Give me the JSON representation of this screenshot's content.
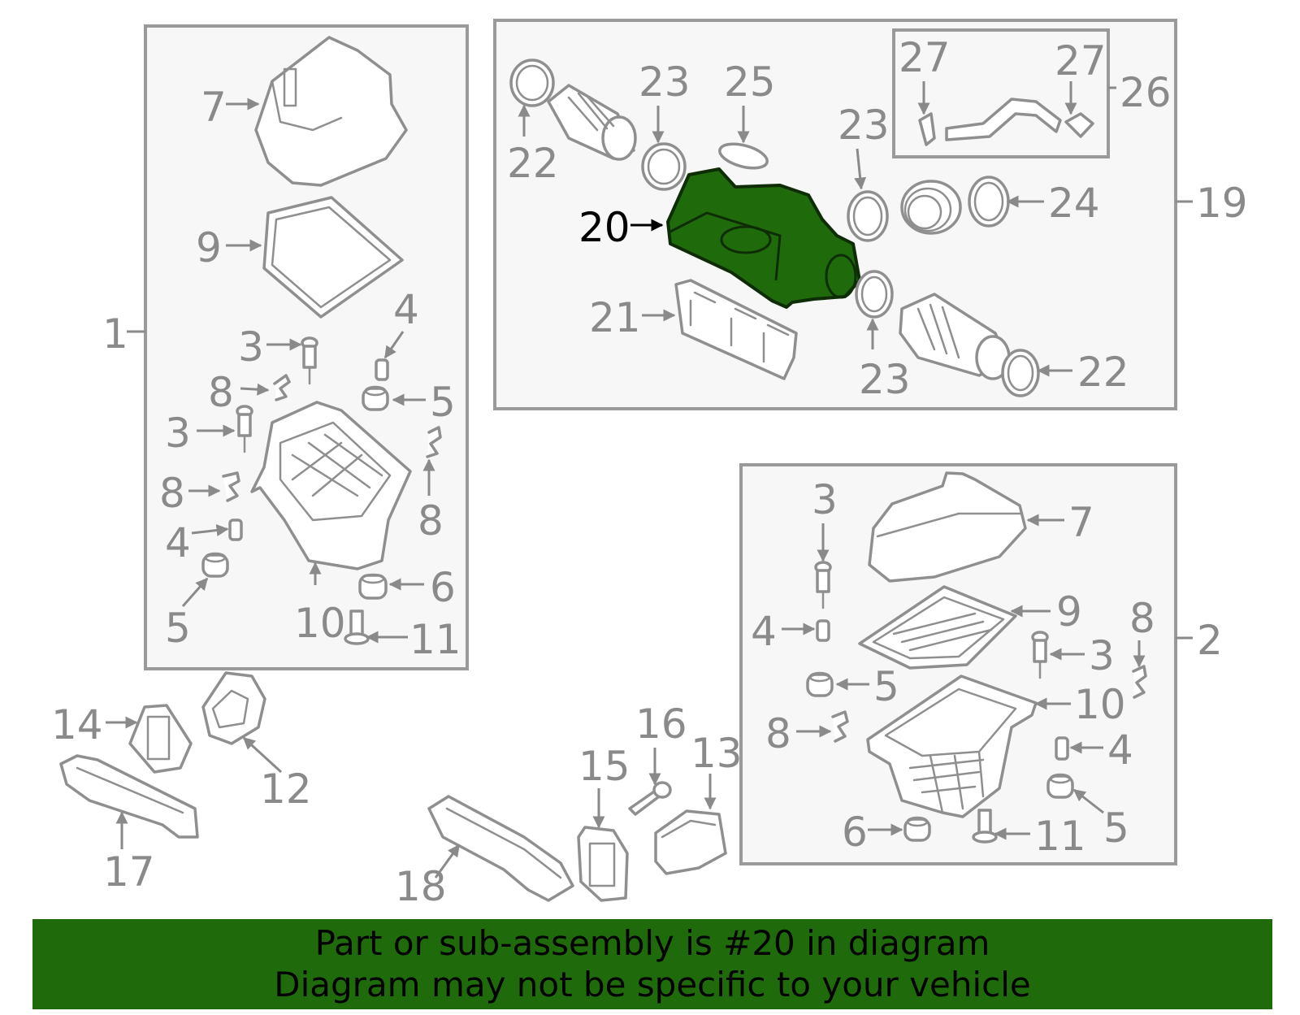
{
  "highlight": {
    "color": "#1f6b0b",
    "part_number": "20"
  },
  "callouts": {
    "c1": "1",
    "c2": "2",
    "c3a": "3",
    "c3b": "3",
    "c3c": "3",
    "c3d": "3",
    "c4a": "4",
    "c4b": "4",
    "c4c": "4",
    "c4d": "4",
    "c5a": "5",
    "c5b": "5",
    "c5c": "5",
    "c5d": "5",
    "c6a": "6",
    "c6b": "6",
    "c7a": "7",
    "c7b": "7",
    "c8a": "8",
    "c8b": "8",
    "c8c": "8",
    "c8d": "8",
    "c8e": "8",
    "c9a": "9",
    "c9b": "9",
    "c10a": "10",
    "c10b": "10",
    "c11a": "11",
    "c11b": "11",
    "c12": "12",
    "c13": "13",
    "c14": "14",
    "c15": "15",
    "c16": "16",
    "c17": "17",
    "c18": "18",
    "c19": "19",
    "c20": "20",
    "c21": "21",
    "c22a": "22",
    "c22b": "22",
    "c23a": "23",
    "c23b": "23",
    "c23c": "23",
    "c24": "24",
    "c25": "25",
    "c26": "26",
    "c27a": "27",
    "c27b": "27"
  },
  "footer": {
    "line1": "Part or sub-assembly is #20 in diagram",
    "line2": "Diagram may not be specific to your vehicle"
  }
}
